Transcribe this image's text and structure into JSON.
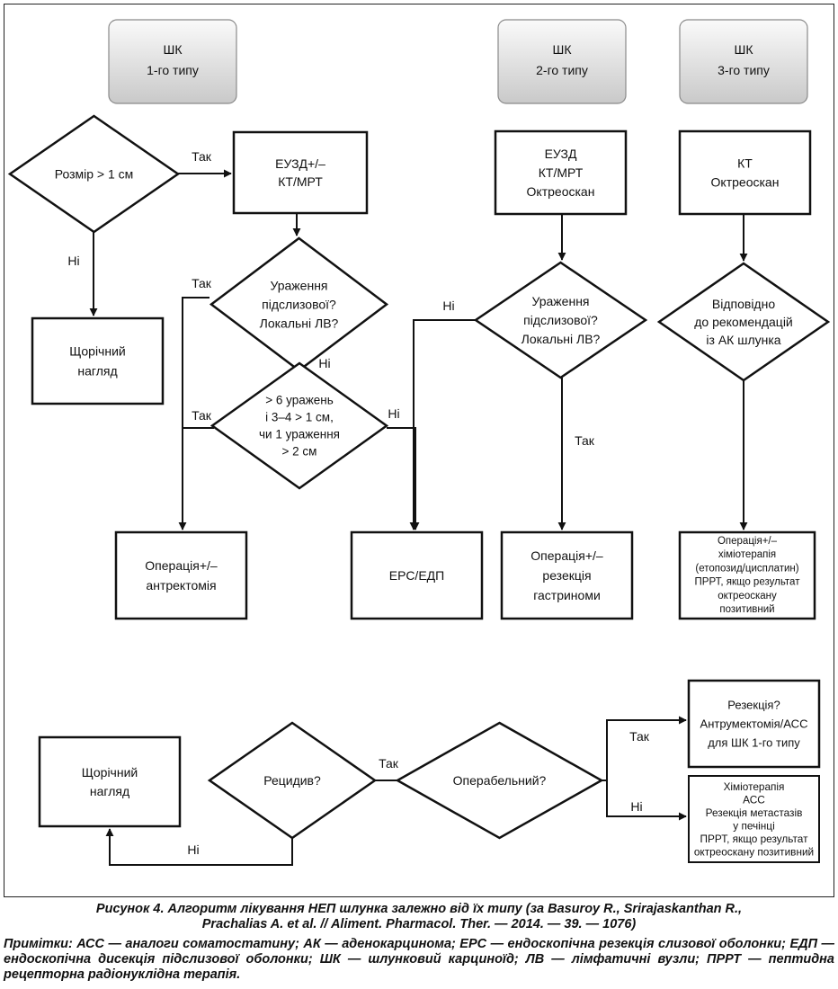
{
  "types": [
    [
      "ШК",
      "1-го типу"
    ],
    [
      "ШК",
      "2-го типу"
    ],
    [
      "ШК",
      "3-го типу"
    ]
  ],
  "boxes": {
    "euzd_kt_mrt": [
      "ЕУЗД+/–",
      "КТ/МРТ"
    ],
    "annual_monitoring": [
      "Щорічний",
      "нагляд"
    ],
    "euzd_kt_mrt_octreoscan": [
      "ЕУЗД",
      "КТ/МРТ",
      "Октреоскан"
    ],
    "kt_octreoscan": [
      "КТ",
      "Октреоскан"
    ],
    "surgery_antrectomy": [
      "Операція+/–",
      "антректомія"
    ],
    "ers_edp": [
      "ЕРС/ЕДП"
    ],
    "surgery_gastrinoma": [
      "Операція+/–",
      "резекція",
      "гастриноми"
    ],
    "surgery_chemo_type3": [
      "Операція+/–",
      "хіміотерапія",
      "(етопозид/цисплатин)",
      "ПРРТ, якщо результат",
      "октреоскану",
      "позитивний"
    ],
    "annual_monitoring_bottom": [
      "Щорічний",
      "нагляд"
    ],
    "resection": [
      "Резекція?",
      "Антрумектомія/АСС",
      "для ШК 1-го типу"
    ],
    "chemo_final": [
      "Хіміотерапія",
      "АСС",
      "Резекція метастазів",
      "у печінці",
      "ПРРТ, якщо результат",
      "октреоскану позитивний"
    ]
  },
  "decisions": {
    "size": [
      "Розмір > 1 см"
    ],
    "submucosal_1": [
      "Ураження",
      "підслизової?",
      "Локальні ЛВ?"
    ],
    "lesions_count": [
      "> 6 уражень",
      "і 3–4 > 1 см,",
      "чи 1 ураження",
      "> 2 см"
    ],
    "submucosal_2": [
      "Ураження",
      "підслизової?",
      "Локальні ЛВ?"
    ],
    "recommendations": [
      "Відповідно",
      "до рекомендацій",
      "із АК шлунка"
    ],
    "relapse": [
      "Рецидив?"
    ],
    "operable": [
      "Операбельний?"
    ]
  },
  "labels": {
    "yes": "Так",
    "no": "Ні"
  },
  "caption": [
    "Рисунок 4. Алгоритм лікування НЕП шлунка залежно від їх типу (за Basuroy R., Srirajaskanthan R.,",
    "Prachalias A. et al. // Aliment. Pharmacol. Ther. — 2014. — 39. — 1076)"
  ],
  "notes": "Примітки: АСС — аналоги соматостатину; АК — аденокарцинома; ЕРС — ендоскопічна резекція слизової оболонки; ЕДП — ендоскопічна дисекція підслизової оболонки; ШК — шлунковий карциноїд; ЛВ — лімфатичні вузли; ПРРТ — пептидна рецепторна радіонуклідна терапія."
}
